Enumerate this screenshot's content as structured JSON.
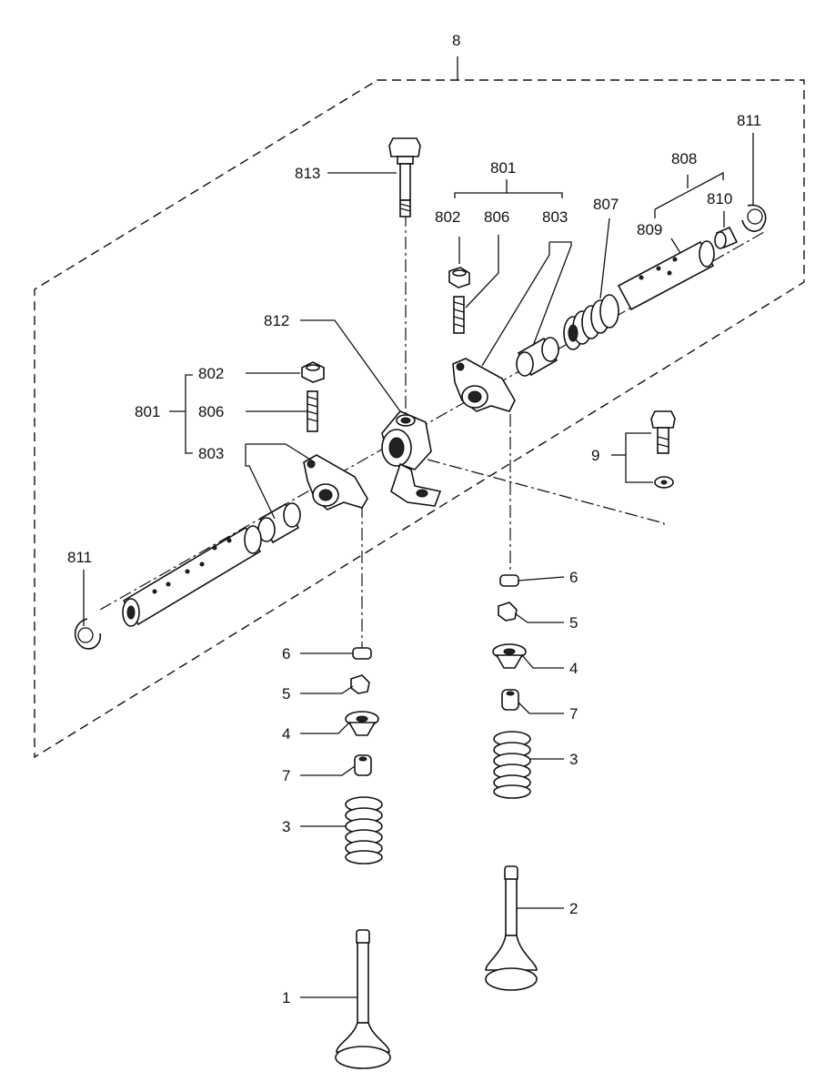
{
  "labels": {
    "l8": "8",
    "l813": "813",
    "l801_top": "801",
    "l802_top": "802",
    "l806_top": "806",
    "l803_top": "803",
    "l807": "807",
    "l808": "808",
    "l809": "809",
    "l810": "810",
    "l811_top": "811",
    "l812": "812",
    "l802_left": "802",
    "l801_left": "801",
    "l806_left": "806",
    "l803_left": "803",
    "l9": "9",
    "l811_left": "811",
    "l6_right": "6",
    "l5_right": "5",
    "l4_right": "4",
    "l7_right": "7",
    "l3_right": "3",
    "l6_left": "6",
    "l5_left": "5",
    "l4_left": "4",
    "l7_left": "7",
    "l3_left": "3",
    "l2": "2",
    "l1": "1"
  }
}
